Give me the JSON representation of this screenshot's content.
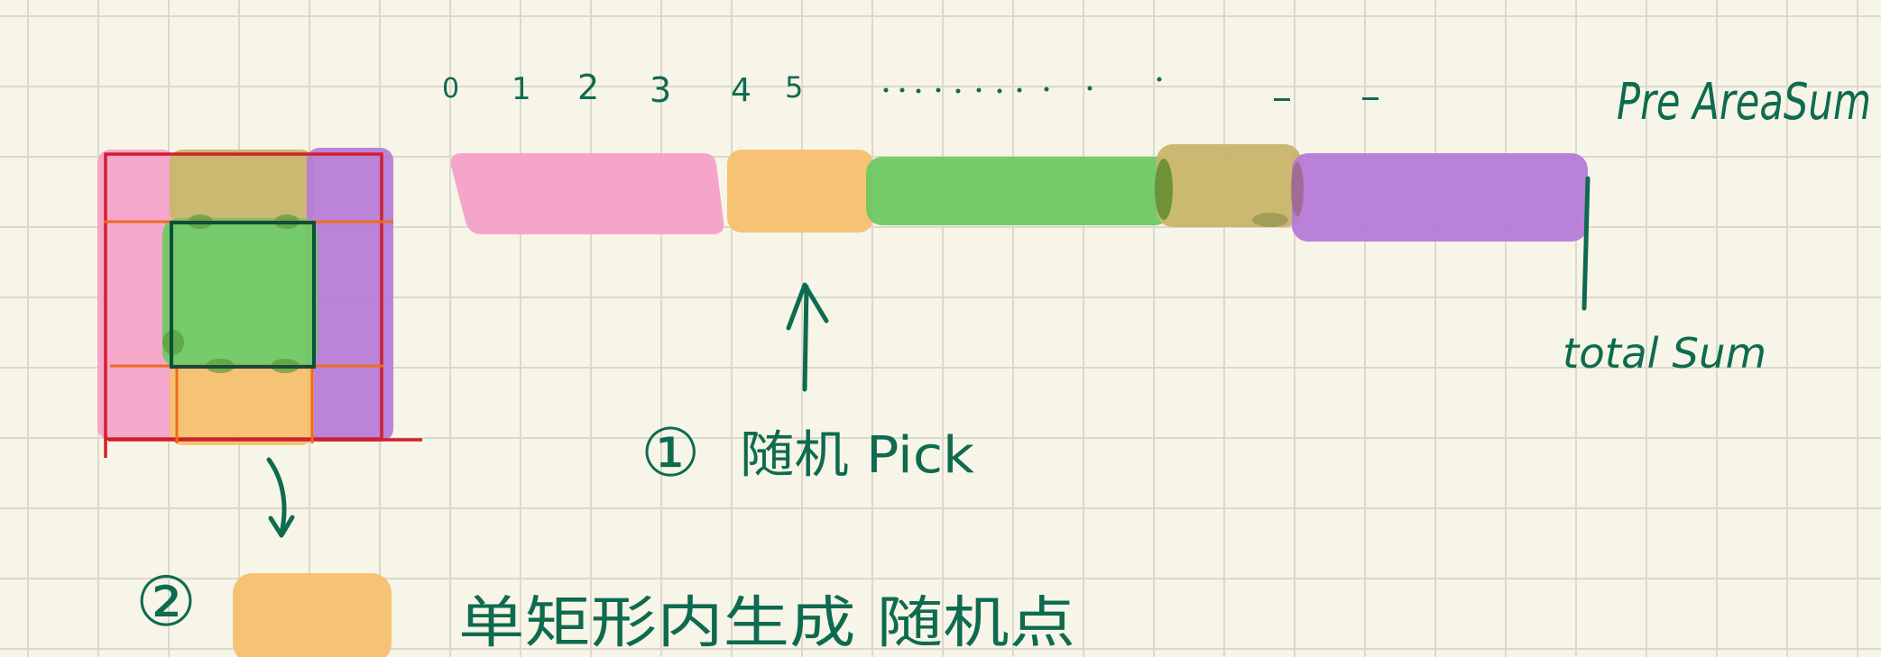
{
  "colors": {
    "pink": "#f4a0c8",
    "olive": "#c8b46a",
    "purple": "#b57ad6",
    "green": "#6fc864",
    "orange": "#f6c06e",
    "ink": "#0e6b4f",
    "red": "#d0202a",
    "grid_bg": "#f7f4e8"
  },
  "index_labels": [
    "0",
    "1",
    "2",
    "3",
    "4",
    "5"
  ],
  "prefix_label": "Pre AreaSum",
  "total_label": "total Sum",
  "step1": {
    "number": "①",
    "text": "随机 Pick"
  },
  "step2": {
    "number": "②",
    "text": "单矩形内生成 随机点"
  }
}
